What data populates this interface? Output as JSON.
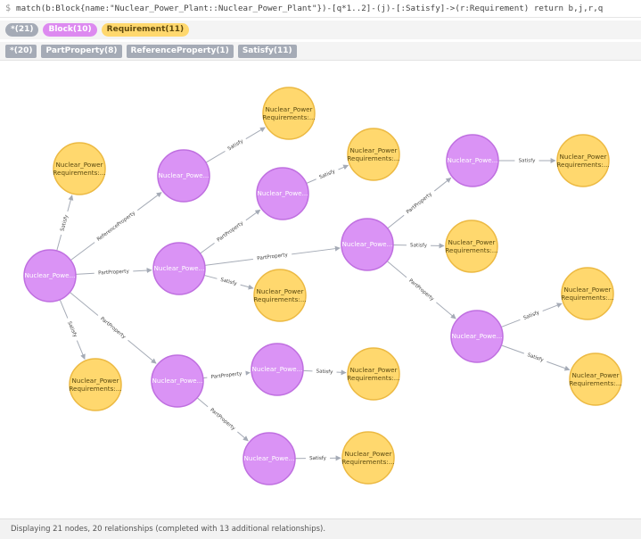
{
  "query": {
    "prompt": "$",
    "text": "match(b:Block{name:\"Nuclear_Power_Plant::Nuclear_Power_Plant\"})-[q*1..2]-(j)-[:Satisfy]->(r:Requirement) return b,j,r,q"
  },
  "label_filters": [
    {
      "text": "*(21)",
      "style": "gray"
    },
    {
      "text": "Block(10)",
      "style": "purple"
    },
    {
      "text": "Requirement(11)",
      "style": "yellow"
    }
  ],
  "type_filters": [
    {
      "text": "*(20)"
    },
    {
      "text": "PartProperty(8)"
    },
    {
      "text": "ReferenceProperty(1)"
    },
    {
      "text": "Satisfy(11)"
    }
  ],
  "graph": {
    "colors": {
      "block_fill": "#da93f5",
      "block_stroke": "#bf6fe0",
      "req_fill": "#ffd86e",
      "req_stroke": "#ecb942",
      "edge": "#a5abb6"
    },
    "block_nodes": [
      {
        "id": "b0",
        "line1": "Nuclear_Powe..."
      },
      {
        "id": "b1",
        "line1": "Nuclear_Powe..."
      },
      {
        "id": "b2",
        "line1": "Nuclear_Powe..."
      },
      {
        "id": "b3",
        "line1": "Nuclear_Powe..."
      },
      {
        "id": "b4",
        "line1": "Nuclear_Powe..."
      },
      {
        "id": "b5",
        "line1": "Nuclear_Powe..."
      },
      {
        "id": "b6",
        "line1": "Nuclear_Powe..."
      },
      {
        "id": "b7",
        "line1": "Nuclear_Powe..."
      },
      {
        "id": "b8",
        "line1": "Nuclear_Powe..."
      },
      {
        "id": "b9",
        "line1": "Nuclear_Powe..."
      }
    ],
    "req_nodes": [
      {
        "id": "r0",
        "line1": "Nuclear_Power",
        "line2": "Requirements:..."
      },
      {
        "id": "r1",
        "line1": "Nuclear_Power",
        "line2": "Requirements:..."
      },
      {
        "id": "r2",
        "line1": "Nuclear_Power",
        "line2": "Requirements:..."
      },
      {
        "id": "r3",
        "line1": "Nuclear_Power",
        "line2": "Requirements:..."
      },
      {
        "id": "r4",
        "line1": "Nuclear_Power",
        "line2": "Requirements:..."
      },
      {
        "id": "r5",
        "line1": "Nuclear_Power",
        "line2": "Requirements:..."
      },
      {
        "id": "r6",
        "line1": "Nuclear_Power",
        "line2": "Requirements:..."
      },
      {
        "id": "r7",
        "line1": "Nuclear_Power",
        "line2": "Requirements:..."
      },
      {
        "id": "r8",
        "line1": "Nuclear_Power",
        "line2": "Requirements:..."
      },
      {
        "id": "r9",
        "line1": "Nuclear_Power",
        "line2": "Requirements:..."
      },
      {
        "id": "r10",
        "line1": "Nuclear_Power",
        "line2": "Requirements:..."
      }
    ],
    "edges": [
      {
        "from": "b0",
        "to": "r0",
        "label": "Satisfy"
      },
      {
        "from": "b0",
        "to": "b1",
        "label": "ReferenceProperty"
      },
      {
        "from": "b0",
        "to": "b2",
        "label": "PartProperty"
      },
      {
        "from": "b0",
        "to": "r1",
        "label": "Satisfy"
      },
      {
        "from": "b0",
        "to": "b3",
        "label": "PartProperty"
      },
      {
        "from": "b1",
        "to": "r2",
        "label": "Satisfy"
      },
      {
        "from": "b2",
        "to": "b4",
        "label": "PartProperty"
      },
      {
        "from": "b2",
        "to": "b5",
        "label": "PartProperty"
      },
      {
        "from": "b2",
        "to": "r3",
        "label": "Satisfy"
      },
      {
        "from": "b4",
        "to": "r4",
        "label": "Satisfy"
      },
      {
        "from": "b5",
        "to": "b6",
        "label": "PartProperty"
      },
      {
        "from": "b5",
        "to": "r5",
        "label": "Satisfy"
      },
      {
        "from": "b5",
        "to": "b7",
        "label": "PartProperty"
      },
      {
        "from": "b6",
        "to": "r6",
        "label": "Satisfy"
      },
      {
        "from": "b7",
        "to": "r7",
        "label": "Satisfy"
      },
      {
        "from": "b7",
        "to": "r8",
        "label": "Satisfy"
      },
      {
        "from": "b3",
        "to": "b8",
        "label": "PartProperty"
      },
      {
        "from": "b3",
        "to": "b9",
        "label": "PartProperty"
      },
      {
        "from": "b8",
        "to": "r9",
        "label": "Satisfy"
      },
      {
        "from": "b9",
        "to": "r10",
        "label": "Satisfy"
      }
    ]
  },
  "status": {
    "text": "Displaying 21 nodes, 20 relationships (completed with 13 additional relationships)."
  }
}
